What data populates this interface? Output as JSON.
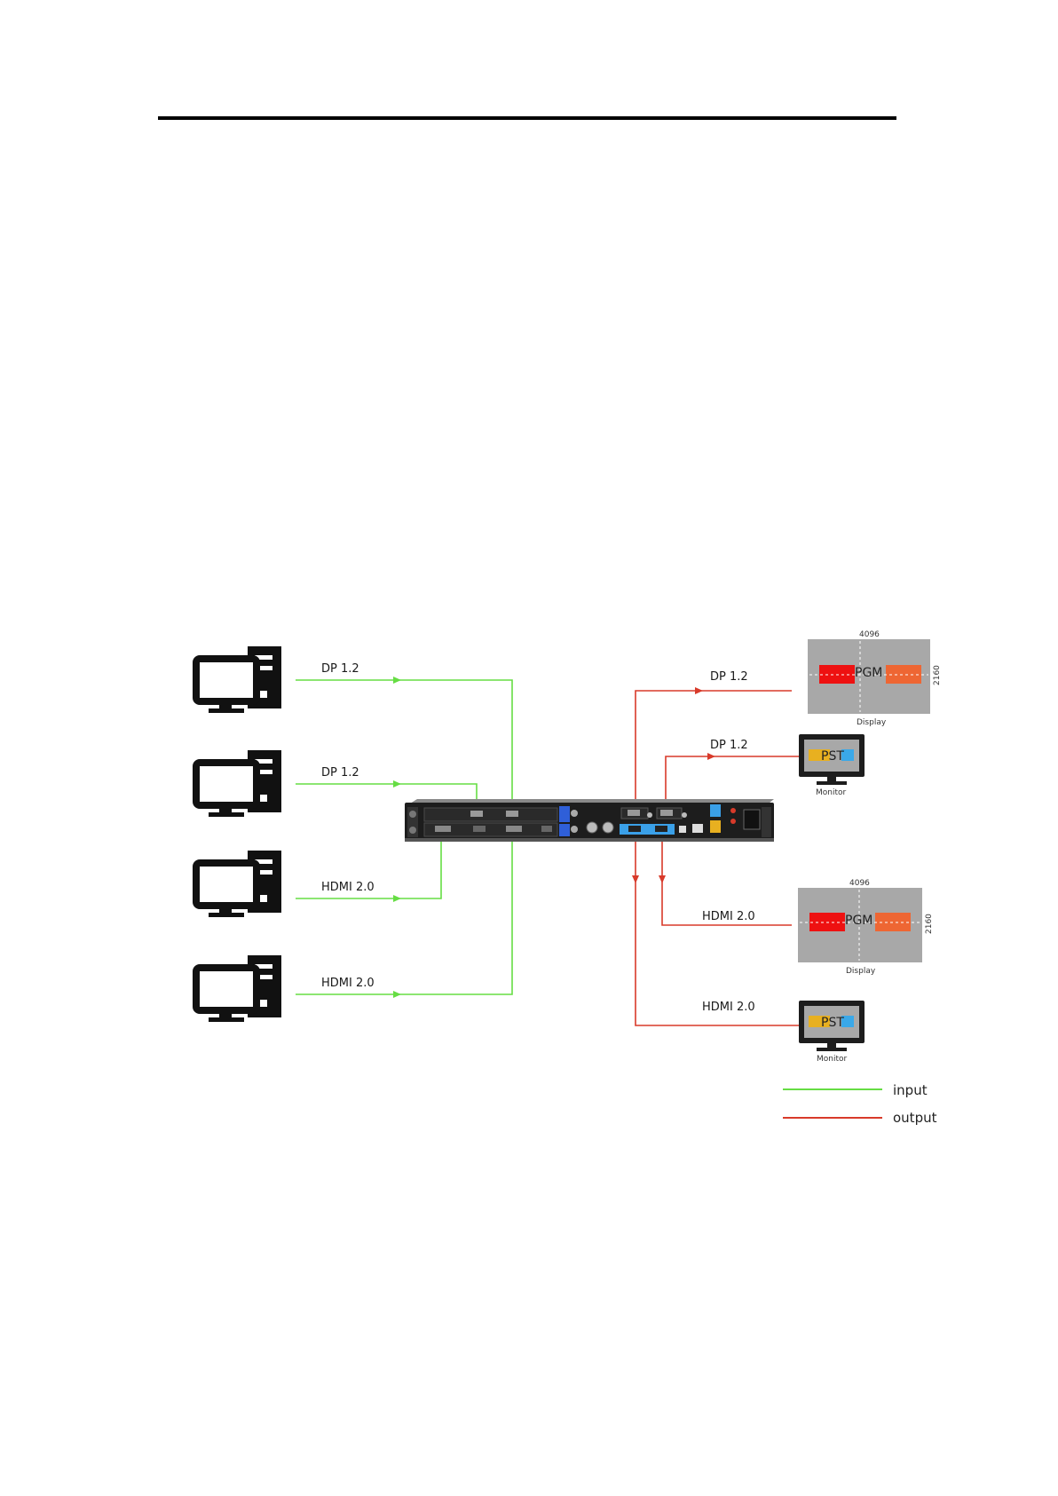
{
  "colors": {
    "input": "#66dd44",
    "output": "#d83a2a",
    "display_bg": "#a8a8a8",
    "pgm_left": "#ee1111",
    "pgm_right": "#ee6633",
    "pst_left": "#e8b020",
    "pst_right": "#3aa8e8"
  },
  "sources": [
    {
      "label": "DP 1.2",
      "icon": "computer-icon"
    },
    {
      "label": "DP 1.2",
      "icon": "computer-icon"
    },
    {
      "label": "HDMI 2.0",
      "icon": "computer-icon"
    },
    {
      "label": "HDMI 2.0",
      "icon": "computer-icon"
    }
  ],
  "outputs": [
    {
      "label": "DP 1.2"
    },
    {
      "label": "DP 1.2"
    },
    {
      "label": "HDMI 2.0"
    },
    {
      "label": "HDMI 2.0"
    }
  ],
  "displays": [
    {
      "width_label": "4096",
      "height_label": "2160",
      "screen_text": "PGM",
      "caption": "Display"
    },
    {
      "width_label": "4096",
      "height_label": "2160",
      "screen_text": "PGM",
      "caption": "Display"
    }
  ],
  "monitors": [
    {
      "screen_text": "PST",
      "caption": "Monitor"
    },
    {
      "screen_text": "PST",
      "caption": "Monitor"
    }
  ],
  "legend": {
    "input": "input",
    "output": "output"
  }
}
